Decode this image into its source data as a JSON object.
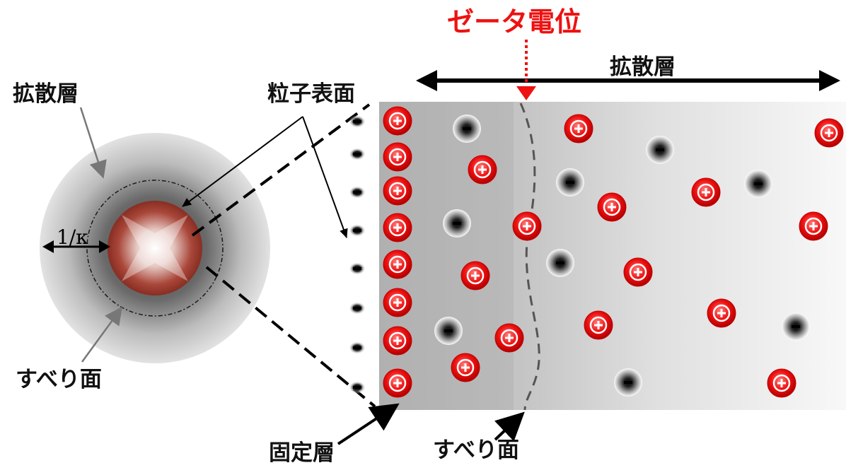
{
  "title": "ゼータ電位",
  "labels": {
    "diffuse_layer_top": "拡散層",
    "diffuse_layer_left": "拡散層",
    "particle_surface": "粒子表面",
    "slip_plane_left": "すべり面",
    "slip_plane_bottom": "すべり面",
    "fixed_layer": "固定層",
    "debye_prefix": "1/",
    "debye_symbol": "κ"
  },
  "colors": {
    "zeta": "#ee1111",
    "positive_ion": "#ee1111",
    "negative_ion": "#111111",
    "particle_core": "#8b2a1e",
    "arrow": "#000000"
  },
  "icons": {
    "positive": "plus-ion-icon",
    "negative": "minus-ion-icon"
  }
}
